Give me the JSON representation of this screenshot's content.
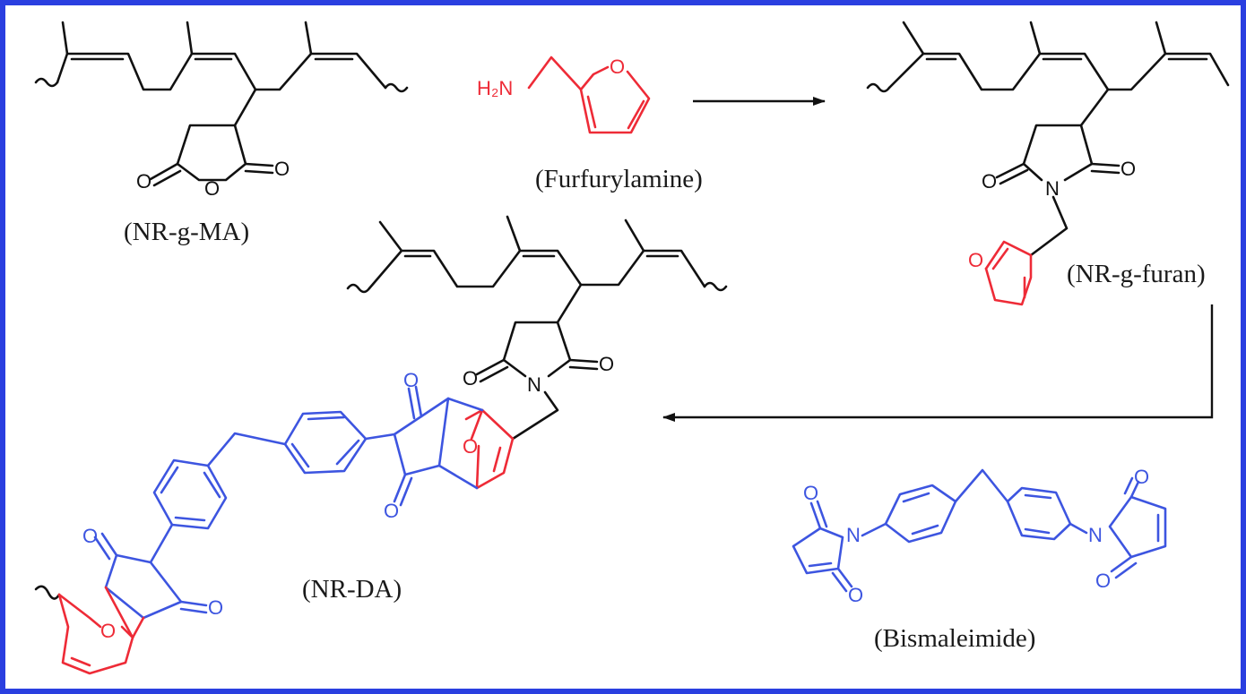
{
  "labels": {
    "nr_g_ma": "(NR-g-MA)",
    "furfurylamine": "(Furfurylamine)",
    "nr_g_furan": "(NR-g-furan)",
    "nr_da": "(NR-DA)",
    "bismaleimide": "(Bismaleimide)"
  },
  "atoms": {
    "oxygen": "O",
    "nitrogen": "N",
    "amine": "H₂N"
  },
  "colors": {
    "frame": "#2a3fe0",
    "bond": "#111111",
    "furan_red": "#ee2b37",
    "bismaleimide_blue": "#3d55e0"
  }
}
